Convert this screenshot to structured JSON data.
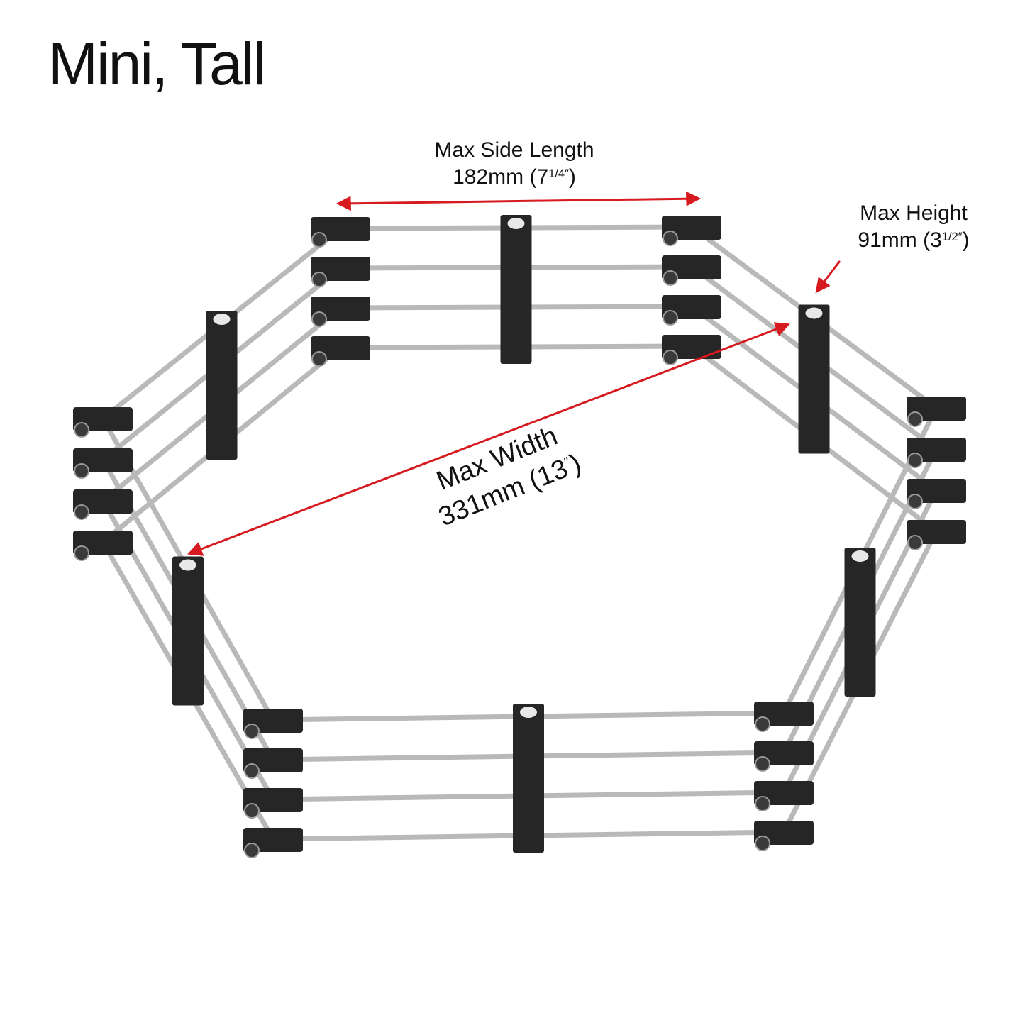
{
  "title": "Mini, Tall",
  "colors": {
    "arrow": "#d71a1f",
    "frame": "#262626",
    "rod": "#b9b9b9",
    "cap": "#e8e8e8",
    "text": "#111111"
  },
  "icons": [
    "pagoda-frame-diagram",
    "dimension-arrow"
  ],
  "dimensions": {
    "side_length": {
      "label": "Max Side Length",
      "value": "182mm",
      "imperial_open": "(7",
      "imperial_frac": "1/4″",
      "imperial_close": ")"
    },
    "height": {
      "label": "Max Height",
      "value": "91mm",
      "imperial_open": "(3",
      "imperial_frac": "1/2″",
      "imperial_close": ")"
    },
    "width": {
      "label": "Max Width",
      "value": "331mm",
      "imperial_open": "(13",
      "imperial_frac": "″",
      "imperial_close": ")"
    }
  }
}
